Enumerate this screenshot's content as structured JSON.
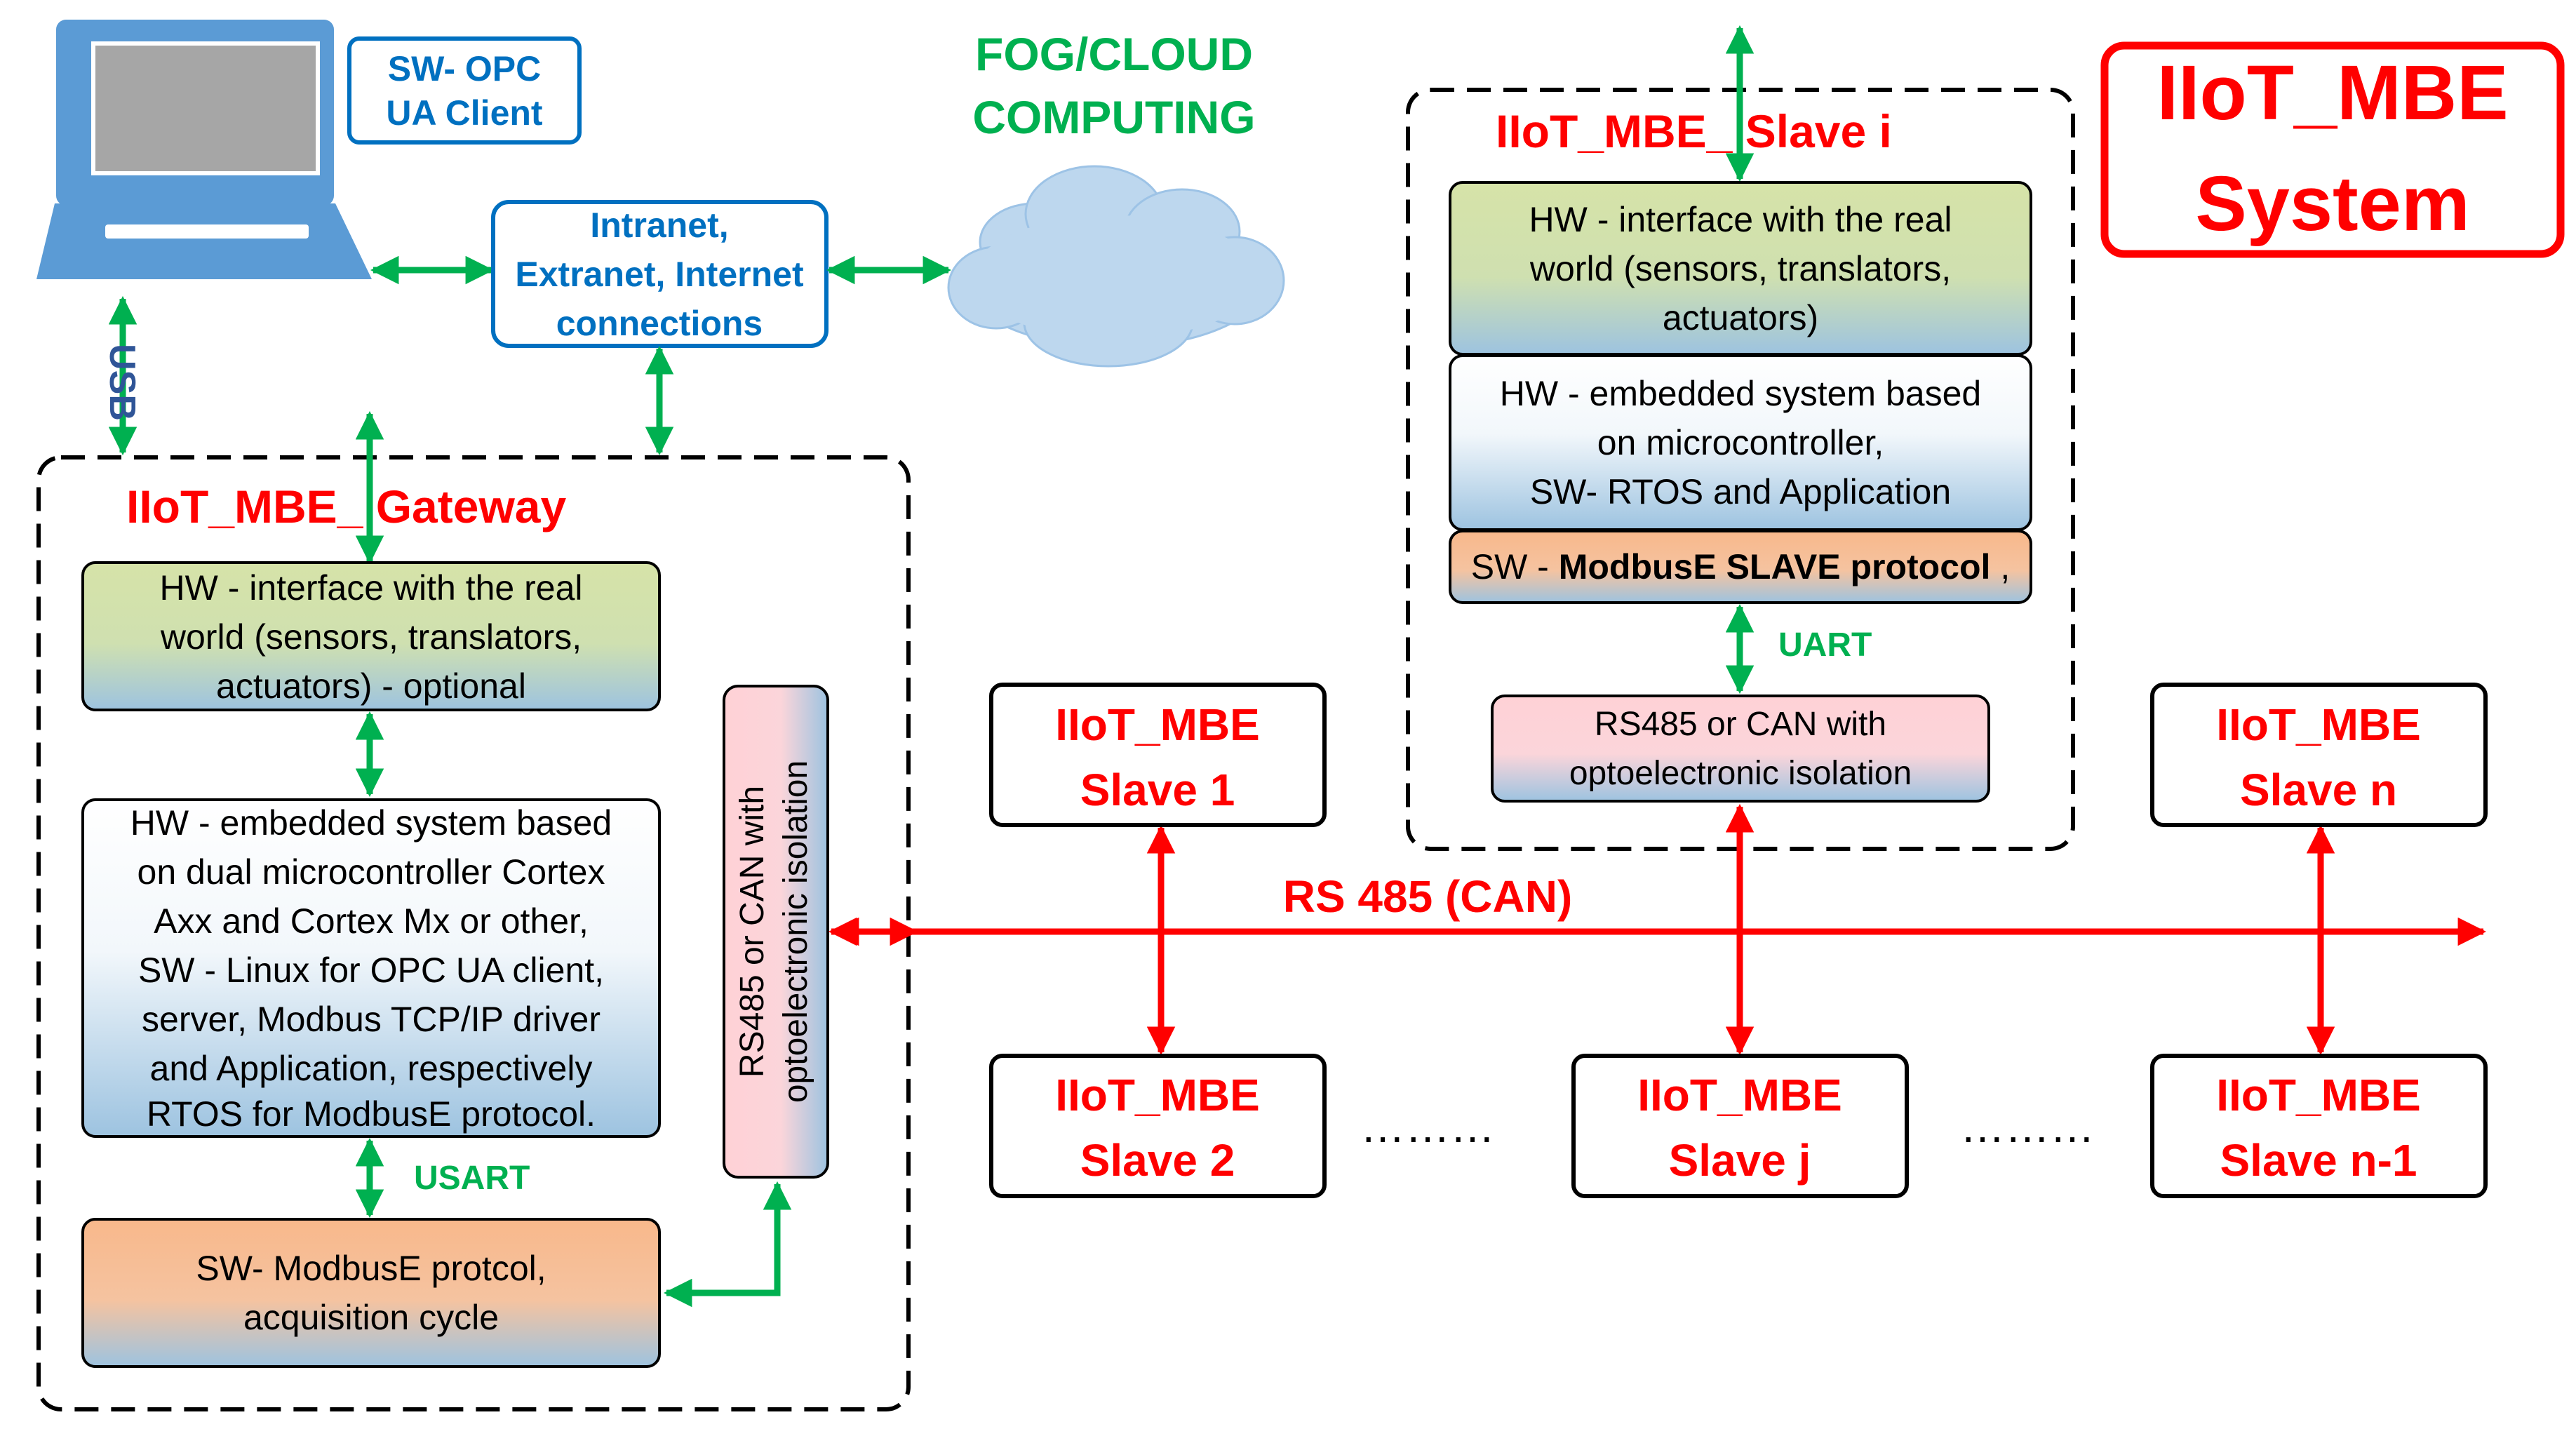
{
  "title": [
    "IIoT_MBE",
    "System"
  ],
  "client": {
    "label": [
      "SW- OPC",
      "UA Client"
    ],
    "usb_label": "USB"
  },
  "network": {
    "label": [
      "Intranet,",
      "Extranet, Internet",
      "connections"
    ]
  },
  "cloud": {
    "label": [
      "FOG/CLOUD",
      "COMPUTING"
    ]
  },
  "gateway": {
    "title": "IIoT_MBE_ Gateway",
    "hw_interface": [
      "HW - interface with the real",
      "world (sensors, translators,",
      "actuators) - optional"
    ],
    "hw_embedded": [
      "HW - embedded system based",
      "on dual microcontroller Cortex",
      "Axx and Cortex Mx or other,",
      "SW - Linux for OPC UA client,",
      "server, Modbus TCP/IP  driver",
      "and Application, respectively",
      "RTOS for ModbusE protocol."
    ],
    "usart_label": "USART",
    "sw_protocol": [
      "SW- ModbusE protcol,",
      "acquisition cycle"
    ],
    "rs485_box": [
      "RS485 or CAN with",
      "optoelectronic isolation"
    ]
  },
  "slave_i": {
    "title": "IIoT_MBE_ Slave i",
    "hw_interface": [
      "HW - interface with the real",
      "world (sensors, translators,",
      "actuators)"
    ],
    "hw_embedded": [
      "HW - embedded system based",
      "on microcontroller,",
      "SW- RTOS and Application"
    ],
    "sw_prefix": "SW - ",
    "sw_bold": "ModbusE SLAVE protocol",
    "sw_suffix": " ,",
    "uart_label": "UART",
    "rs485_box": [
      "RS485 or CAN with",
      "optoelectronic isolation"
    ]
  },
  "bus_label": "RS 485 (CAN)",
  "slaves": [
    {
      "name": [
        "IIoT_MBE",
        "Slave 1"
      ]
    },
    {
      "name": [
        "IIoT_MBE",
        "Slave n"
      ]
    },
    {
      "name": [
        "IIoT_MBE",
        "Slave 2"
      ]
    },
    {
      "name": [
        "IIoT_MBE",
        "Slave j"
      ]
    },
    {
      "name": [
        "IIoT_MBE",
        "Slave n-1"
      ]
    }
  ],
  "ellipsis": [
    "………",
    "………"
  ],
  "colors": {
    "red": "#ff0000",
    "green": "#00b050",
    "blue": "#0070c0",
    "hw_green": "#d6e3a8",
    "hw_blue": "#9dc3e0",
    "sw_orange": "#f8b88b",
    "rs_pink": "#ffd1d6",
    "cloud": "#bdd7ee",
    "laptop": "#5b9bd5"
  }
}
